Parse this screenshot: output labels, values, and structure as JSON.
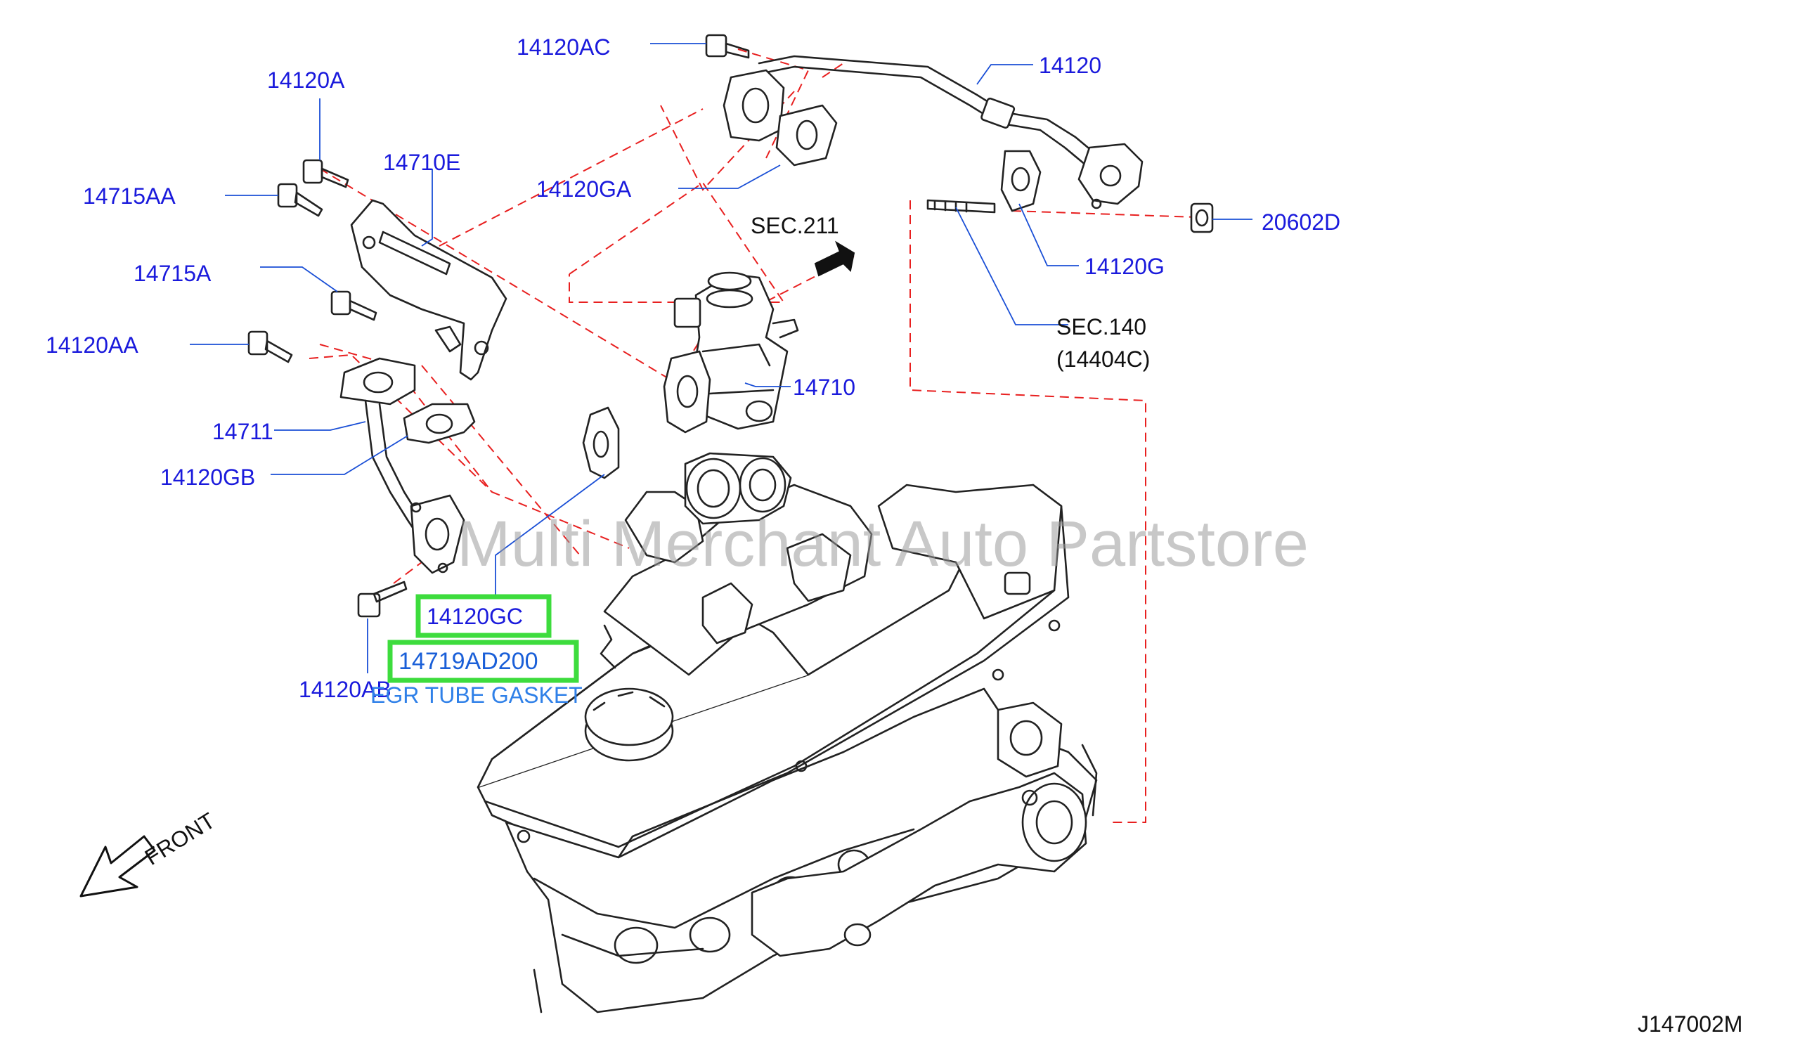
{
  "diagram_id": "J147002M",
  "watermark": "Multi Merchant Auto Partstore",
  "direction_label": "FRONT",
  "section_refs": {
    "sec211": "SEC.211",
    "sec140": "SEC.140",
    "sec140_sub": "(14404C)"
  },
  "labels": {
    "p14120AC": "14120AC",
    "p14120": "14120",
    "p14120A": "14120A",
    "p14710E": "14710E",
    "p14120GA": "14120GA",
    "p14715AA": "14715AA",
    "p14715A": "14715A",
    "p14120AA": "14120AA",
    "p14711": "14711",
    "p14120GB": "14120GB",
    "p14710": "14710",
    "p20602D": "20602D",
    "p14120G": "14120G",
    "p14120AB": "14120AB"
  },
  "highlighted": {
    "p14120GC": "14120GC",
    "p14719AD200": "14719AD200",
    "description": "EGR TUBE GASKET"
  },
  "colors": {
    "label": "#1a1adc",
    "highlight": "#3ddc3d",
    "dashed_line": "#e82020",
    "description": "#2f80e8"
  }
}
